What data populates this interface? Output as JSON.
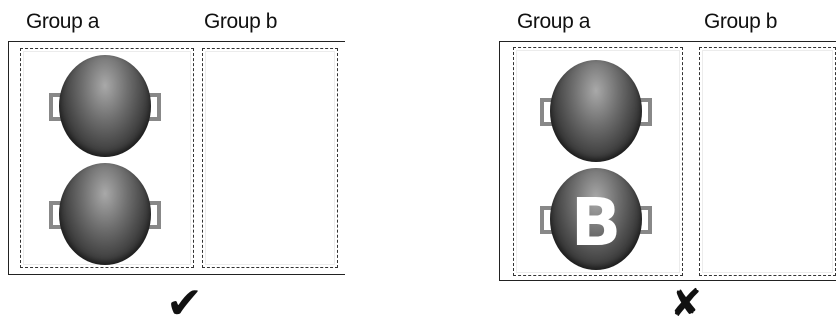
{
  "left_panel": {
    "label_a": "Group a",
    "label_b": "Group b",
    "verdict_mark": "✔"
  },
  "right_panel": {
    "label_a": "Group a",
    "label_b": "Group b",
    "pot_badge": "B",
    "verdict_mark": "✘"
  }
}
